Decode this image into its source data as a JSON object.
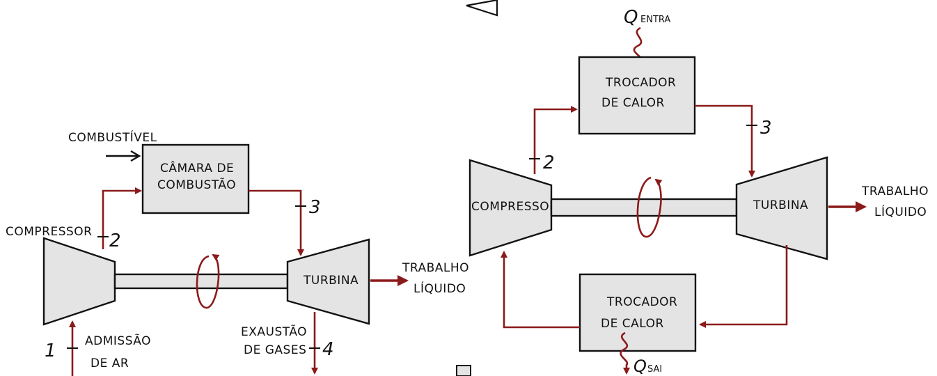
{
  "left": {
    "fuel": "COMBUSTÍVEL",
    "combustor_1": "CÂMARA DE",
    "combustor_2": "COMBUSTÃO",
    "compressor": "COMPRESSOR",
    "turbine": "TURBINA",
    "work_1": "TRABALHO",
    "work_2": "LÍQUIDO",
    "inlet_1": "ADMISSÃO",
    "inlet_2": "DE AR",
    "exhaust_1": "EXAUSTÃO",
    "exhaust_2": "DE GASES",
    "state_1": "1",
    "state_2": "2",
    "state_3": "3",
    "state_4": "4"
  },
  "right": {
    "q_in": "Q",
    "q_in_sub": "ENTRA",
    "hx_top_1": "TROCADOR",
    "hx_top_2": "DE CALOR",
    "compressor": "COMPRESSOR",
    "turbine": "TURBINA",
    "work_1": "TRABALHO",
    "work_2": "LÍQUIDO",
    "hx_bottom_1": "TROCADOR",
    "hx_bottom_2": "DE CALOR",
    "q_out": "Q",
    "q_out_sub": "SAI",
    "state_2": "2",
    "state_3": "3"
  },
  "colors": {
    "flow": "#8b1a1a",
    "component_fill": "#e4e4e4",
    "ink": "#111111"
  }
}
